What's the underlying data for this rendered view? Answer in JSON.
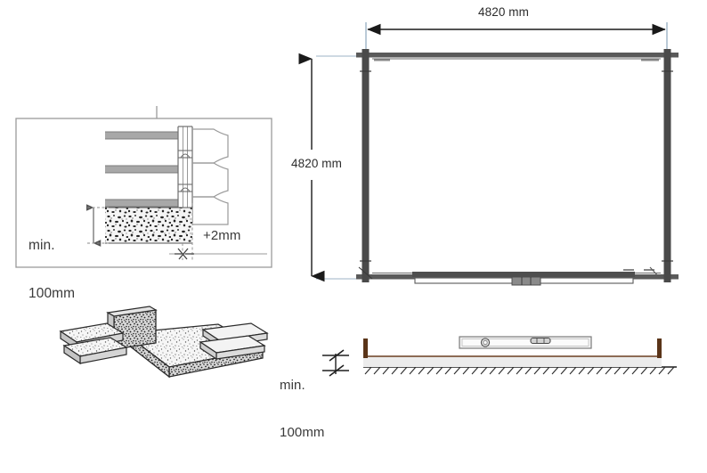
{
  "drawing": {
    "title": "Log cabin foundation and base installation detail",
    "colors": {
      "ink": "#231f20",
      "post_dark": "#4a4a4a",
      "wall_gray": "#8a8a8a",
      "slab_brown": "#6b3f21",
      "slab_fill": "#e9e9e9",
      "dim_line": "#1a1a1a",
      "extension_line": "#9db3c6",
      "box_border": "#9a9a9a",
      "gravel": "#f2f2f2"
    }
  },
  "detail_box": {
    "name": "wall-base-detail",
    "min_height_label_line1": "min.",
    "min_height_label_line2": "100mm",
    "tolerance_label": "+2mm",
    "logs_count": 3
  },
  "plan_view": {
    "name": "cabin-plan-view",
    "width_dimension": "4820 mm",
    "depth_dimension": "4820 mm"
  },
  "level_detail": {
    "name": "spirit-level-foundation-detail",
    "min_height_label_line1": "min.",
    "min_height_label_line2": "100mm"
  },
  "paving_illustration": {
    "name": "concrete-paving-slabs-illustration"
  }
}
